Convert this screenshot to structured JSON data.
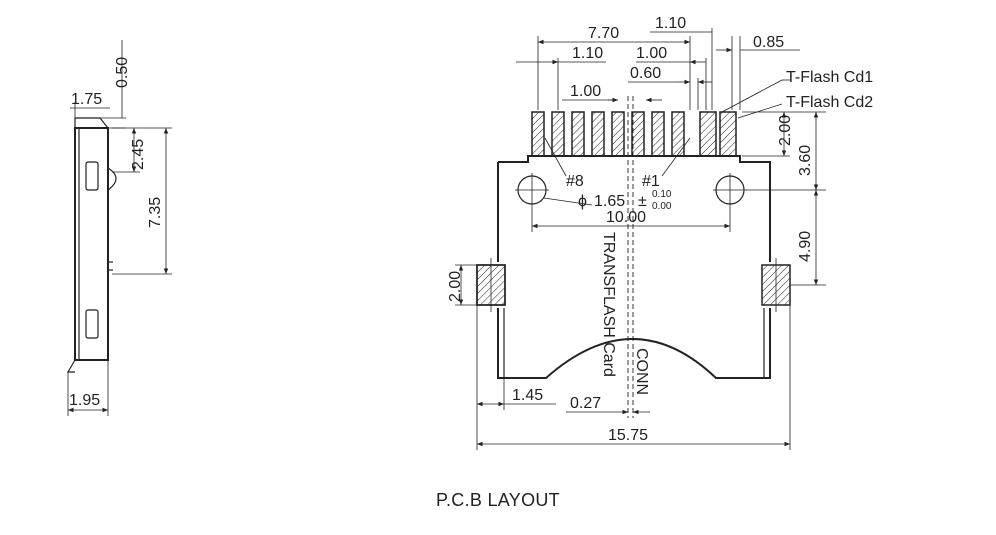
{
  "side_view": {
    "dims": [
      "0.50",
      "1.75",
      "2.45",
      "7.35",
      "1.95"
    ]
  },
  "pcb_layout": {
    "top_dims": [
      "7.70",
      "1.10",
      "0.85",
      "1.10",
      "1.00",
      "0.60",
      "1.00"
    ],
    "right_dims": [
      "2.00",
      "3.60",
      "4.90"
    ],
    "left_dims": [
      "2.00"
    ],
    "bottom_dims": [
      "1.45",
      "0.27",
      "15.75"
    ],
    "hole_dim": {
      "symbol": "ϕ",
      "value": "1.65",
      "tol_upper": "0.10",
      "tol_lower": "0.00"
    },
    "hole_spacing": "10.00",
    "pin_labels": [
      "#8",
      "#1"
    ],
    "callouts": [
      "T-Flash Cd1",
      "T-Flash Cd2"
    ],
    "vertical_labels": [
      "TRANSFLASH Card",
      "CONN"
    ],
    "title": "P.C.B LAYOUT"
  }
}
